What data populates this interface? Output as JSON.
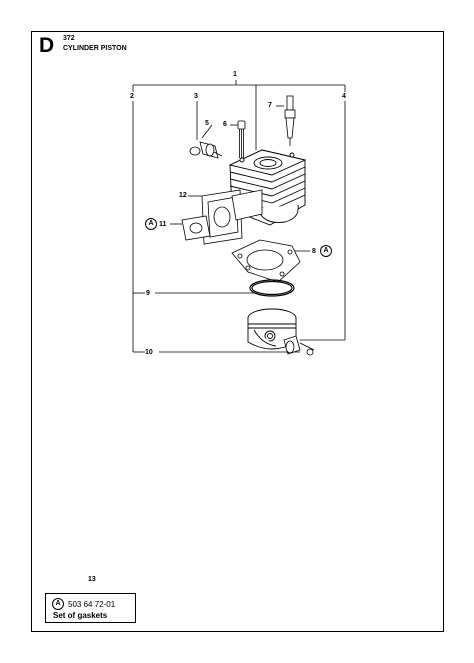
{
  "header": {
    "section_letter": "D",
    "model": "372",
    "title": "CYLINDER PISTON"
  },
  "callouts": {
    "c1": "1",
    "c2": "2",
    "c3": "3",
    "c4": "4",
    "c5": "5",
    "c6": "6",
    "c7": "7",
    "c8": "8",
    "c9": "9",
    "c10": "10",
    "c11": "11",
    "c12": "12",
    "c13": "13",
    "kit_marker": "A"
  },
  "kit": {
    "marker": "A",
    "part_number": "503 64 72-01",
    "description": "Set of gaskets"
  }
}
